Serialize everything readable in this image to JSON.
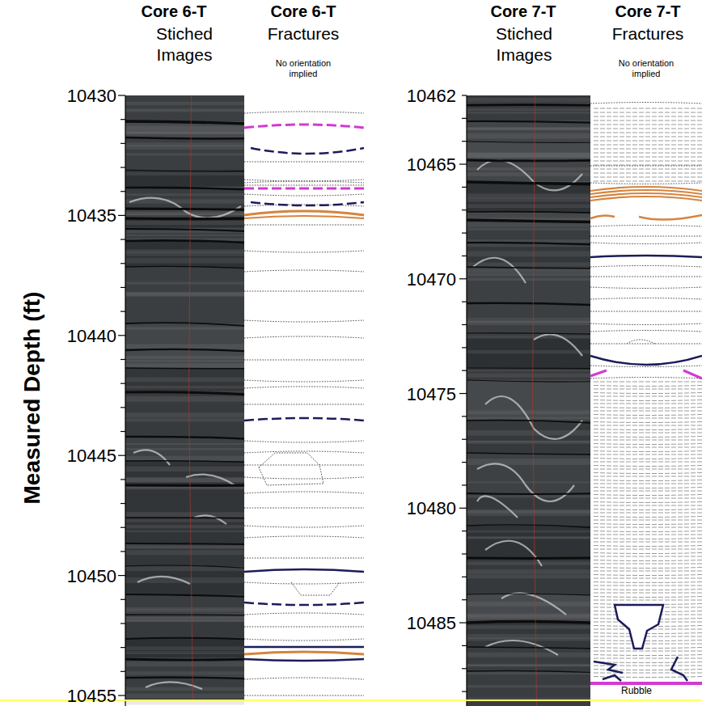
{
  "diagram": {
    "labels": [
      "Core 6-T",
      "Stiched Images",
      "Core 6-T",
      "Fractures",
      "No orientation implied",
      "Core 7-T",
      "Stiched Images",
      "Core 7-T",
      "Fractures",
      "No orientation implied",
      "Measured Depth (ft)",
      "10430",
      "10435",
      "10440",
      "10445",
      "10450",
      "10455",
      "10462",
      "10465",
      "10470",
      "10475",
      "10480",
      "10485",
      "Rubble"
    ]
  }
}
